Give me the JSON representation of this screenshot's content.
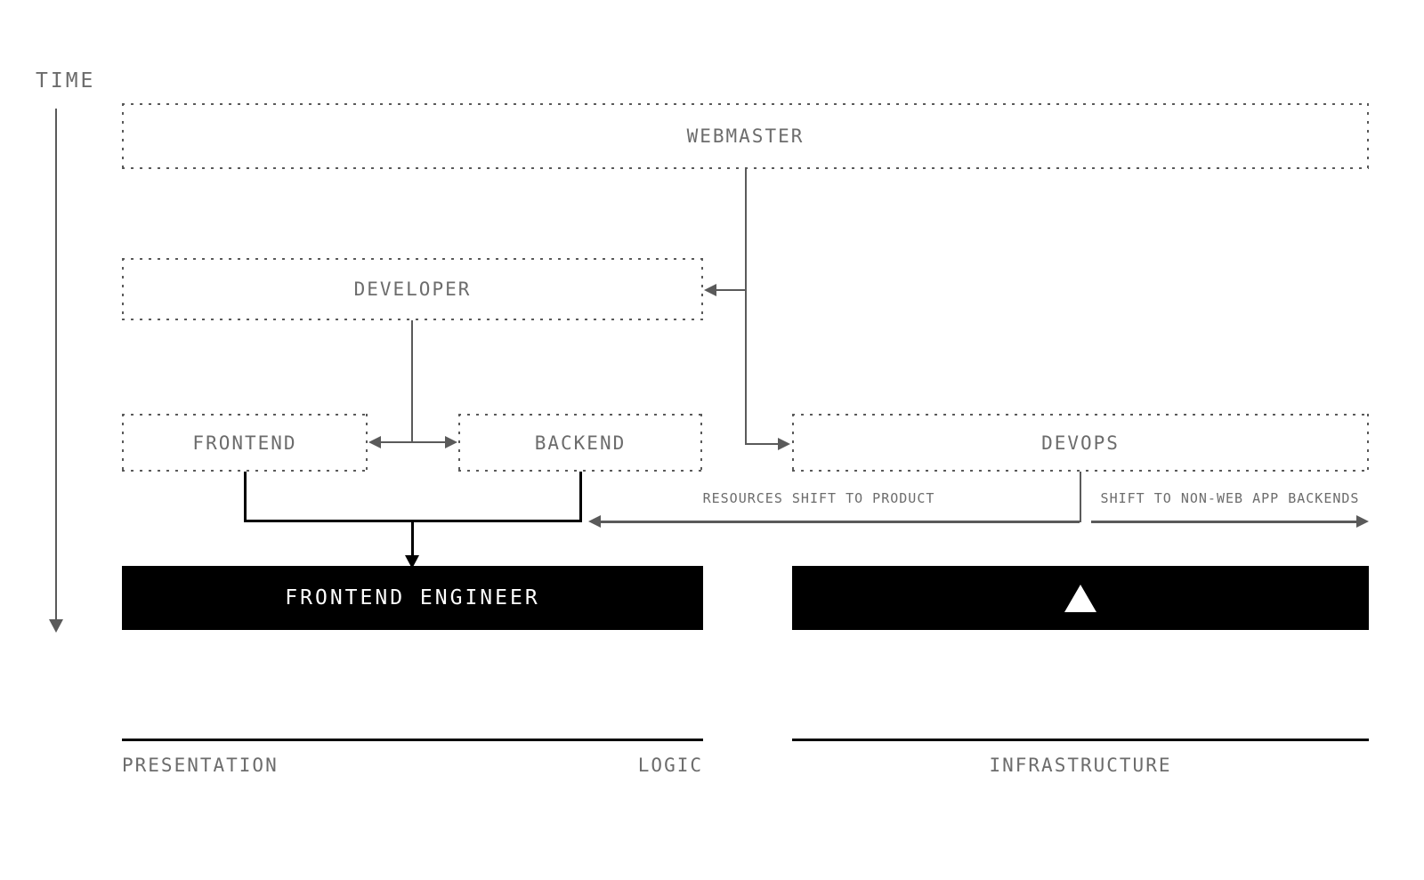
{
  "colors": {
    "background": "#ffffff",
    "line_gray": "#5a5a5a",
    "text_gray": "#6c6c6c",
    "box_black": "#000000",
    "box_text_white": "#ffffff"
  },
  "time_axis": {
    "label": "TIME"
  },
  "boxes": {
    "webmaster": {
      "label": "WEBMASTER"
    },
    "developer": {
      "label": "DEVELOPER"
    },
    "frontend": {
      "label": "FRONTEND"
    },
    "backend": {
      "label": "BACKEND"
    },
    "devops": {
      "label": "DEVOPS"
    },
    "frontend_engineer": {
      "label": "FRONTEND ENGINEER"
    },
    "devops_future": {
      "icon": "triangle-up"
    }
  },
  "shift_arrow": {
    "left_label": "RESOURCES SHIFT TO PRODUCT",
    "right_label": "SHIFT TO NON-WEB APP BACKENDS"
  },
  "layers": {
    "presentation": "PRESENTATION",
    "logic": "LOGIC",
    "infrastructure": "INFRASTRUCTURE"
  }
}
